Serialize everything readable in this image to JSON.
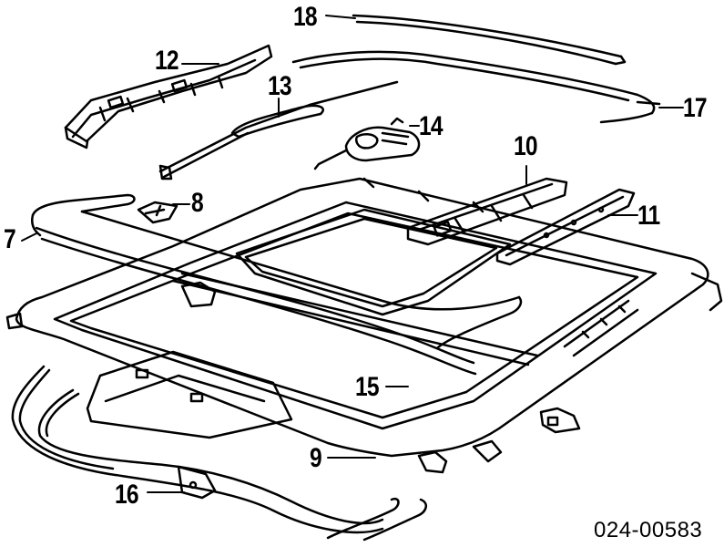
{
  "diagram": {
    "callouts": [
      {
        "id": "c18",
        "number": "18"
      },
      {
        "id": "c12",
        "number": "12"
      },
      {
        "id": "c13",
        "number": "13"
      },
      {
        "id": "c17",
        "number": "17"
      },
      {
        "id": "c14",
        "number": "14"
      },
      {
        "id": "c10",
        "number": "10"
      },
      {
        "id": "c8",
        "number": "8"
      },
      {
        "id": "c11",
        "number": "11"
      },
      {
        "id": "c7",
        "number": "7"
      },
      {
        "id": "c15",
        "number": "15"
      },
      {
        "id": "c9",
        "number": "9"
      },
      {
        "id": "c16",
        "number": "16"
      }
    ],
    "diagram_code": "024-00583"
  }
}
